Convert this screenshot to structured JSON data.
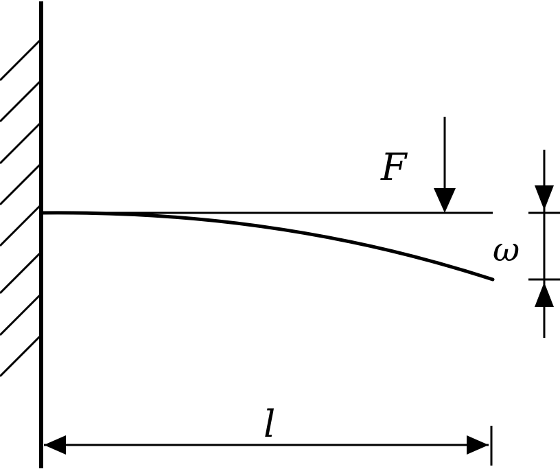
{
  "labels": {
    "force": "F",
    "deflection": "ω",
    "length": "l"
  },
  "colors": {
    "stroke": "#000000",
    "background": "#ffffff"
  }
}
